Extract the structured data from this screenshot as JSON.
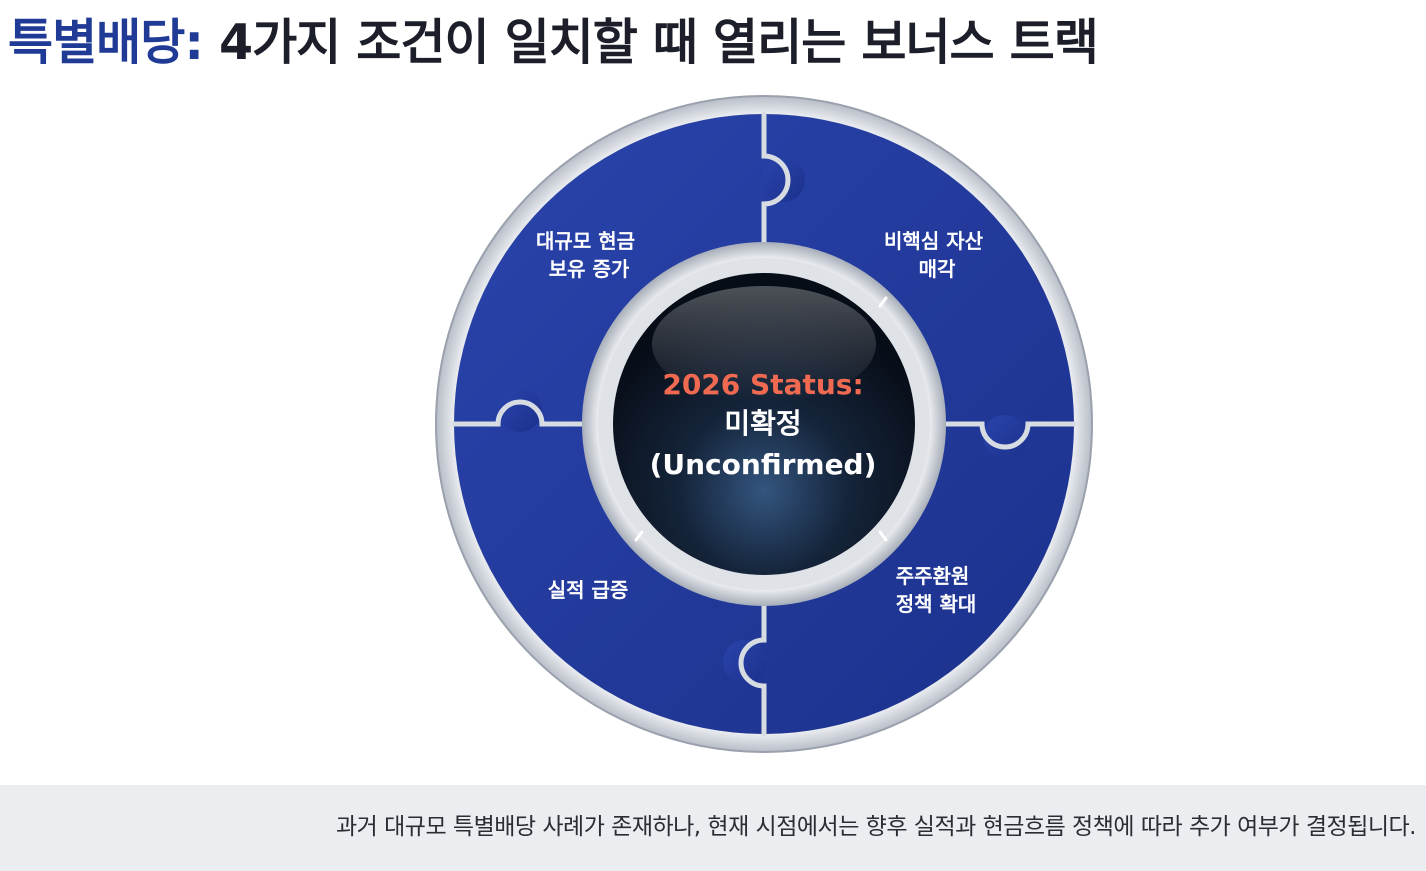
{
  "header": {
    "title_accent": "특별배당:",
    "title_rest": " 4가지 조건이 일치할 때 열리는 보너스 트랙"
  },
  "diagram": {
    "pieces": [
      {
        "lines": [
          "대규모 현금",
          "보유 증가"
        ]
      },
      {
        "lines": [
          "비핵심 자산",
          "매각"
        ]
      },
      {
        "lines": [
          "실적 급증"
        ]
      },
      {
        "lines": [
          "주주환원",
          "정책 확대"
        ]
      }
    ],
    "center": {
      "status": "2026 Status:",
      "label": "미확정",
      "sublabel": "(Unconfirmed)"
    },
    "colors": {
      "piece_fill": "#22399b",
      "center_fill": "#0f1a2b",
      "status_text": "#ef6a51",
      "ring": "#c6cbd3"
    }
  },
  "footer": {
    "text": "과거 대규모 특별배당 사례가 존재하나, 현재 시점에서는 향후 실적과 현금흐름 정책에 따라 추가 여부가 결정됩니다."
  }
}
